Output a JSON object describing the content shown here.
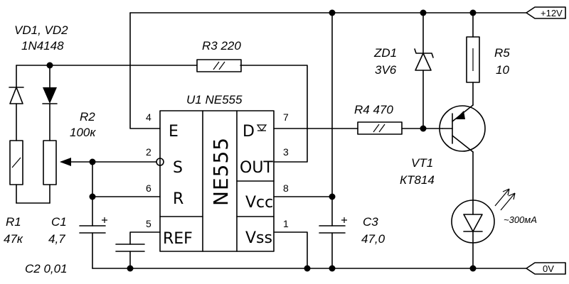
{
  "labels": {
    "diodes_ref": "VD1, VD2",
    "diodes_type": "1N4148",
    "r3": "R3  220",
    "u1": "U1 NE555",
    "ic_body": "NE555",
    "r2_ref": "R2",
    "r2_val": "100к",
    "r4": "R4  470",
    "zd1_ref": "ZD1",
    "zd1_val": "3V6",
    "r5_ref": "R5",
    "r5_val": "10",
    "vt1_ref": "VT1",
    "vt1_type": "КТ814",
    "led_current": "~300мА",
    "r1_ref": "R1",
    "r1_val": "47к",
    "c1_ref": "C1",
    "c1_val": "4,7",
    "c2": "C2  0,01",
    "c3_ref": "C3",
    "c3_val": "47,0",
    "rail_pos": "+12V",
    "rail_neg": "0V"
  },
  "pins": {
    "e": "E",
    "s": "S",
    "r": "R",
    "ref": "REF",
    "d": "D",
    "out": "OUT",
    "vcc": "Vcc",
    "vss": "Vss",
    "p4": "4",
    "p2": "2",
    "p6": "6",
    "p5": "5",
    "p7": "7",
    "p3": "3",
    "p8": "8",
    "p1": "1"
  }
}
